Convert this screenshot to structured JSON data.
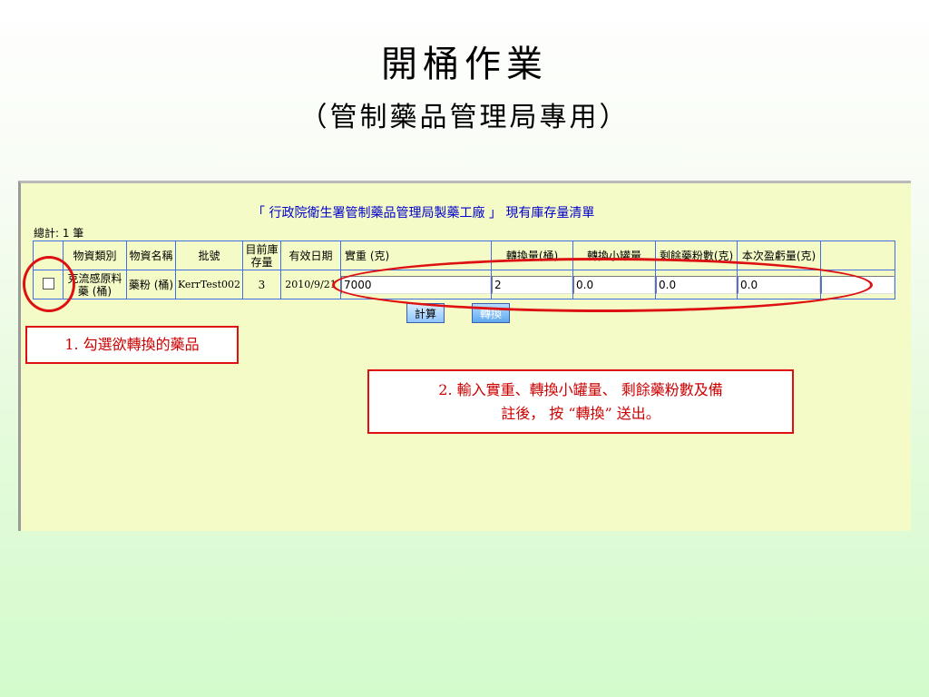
{
  "slide": {
    "title": "開桶作業",
    "subtitle": "（管制藥品管理局專用）"
  },
  "app": {
    "report_title": "「 行政院衛生署管制藥品管理局製藥工廠 」 現有庫存量清單",
    "total": "總計: 1 筆",
    "headers": {
      "col1": "",
      "col2": "物資類別",
      "col3": "物資名稱",
      "col4": "批號",
      "col5": "目前庫存量",
      "col6": "有效日期",
      "col7": "實重 (克)",
      "col8": "轉換量(桶)",
      "col9": "轉換小罐量",
      "col10": "剩餘藥粉數(克)",
      "col11": "本次盈虧量(克)",
      "col12": ""
    },
    "row": {
      "category": "克流感原料藥 (桶)",
      "name": "藥粉 (桶)",
      "batch": "KerrTest002",
      "stock": "3",
      "expiry": "2010/9/21",
      "weight": "7000",
      "convert_qty": "2",
      "small_qty": "0.0",
      "remaining": "0.0",
      "profit_loss": "0.0",
      "remark": ""
    },
    "buttons": {
      "calculate": "計算",
      "convert": "轉換"
    }
  },
  "annotations": {
    "note1": "1. 勾選欲轉換的藥品",
    "note2_line1": "2. 輸入實重、轉換小罐量、 剩餘藥粉數及備",
    "note2_line2": "註後， 按 “轉換” 送出。"
  },
  "colors": {
    "panel_bg": "#f5fbc6",
    "grid_border": "#3f6fe0",
    "annotation_red": "#dd1111",
    "report_title_blue": "#0000cc"
  }
}
